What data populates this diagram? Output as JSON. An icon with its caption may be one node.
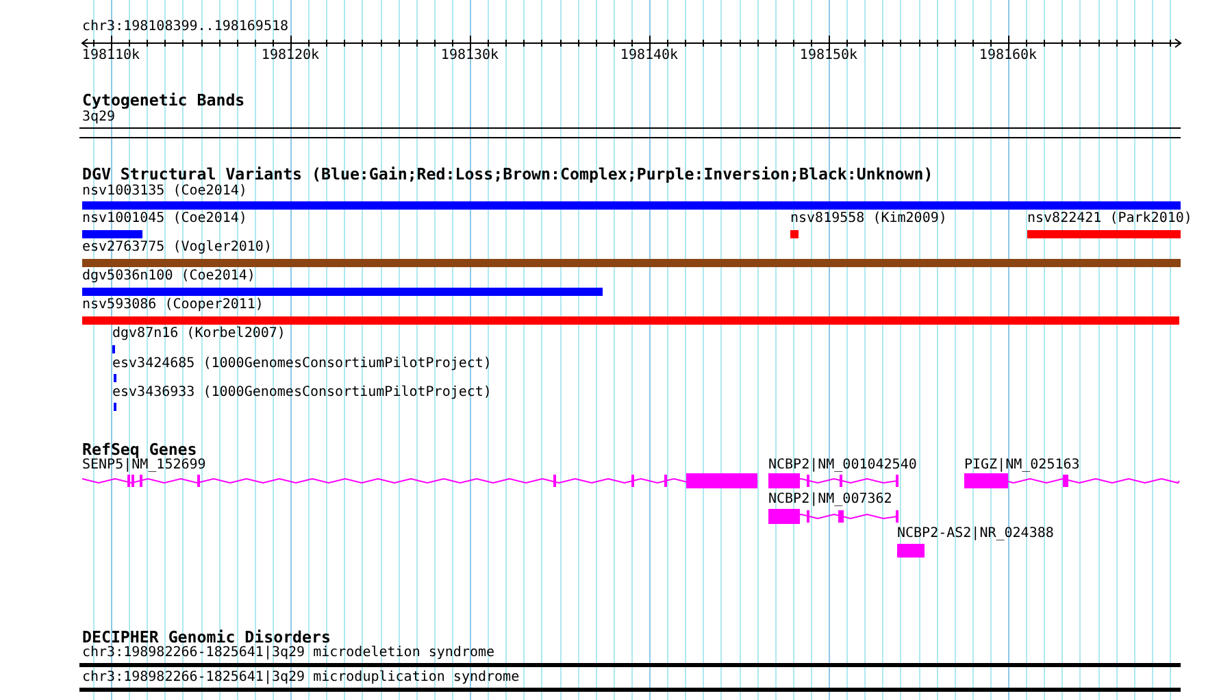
{
  "diagram": {
    "labels": [
      "chr3:198108399..198169518",
      "198110k",
      "198120k",
      "198130k",
      "198140k",
      "198150k",
      "198160k",
      "Cytogenetic Bands",
      "3q29",
      "DGV Structural Variants (Blue:Gain;Red:Loss;Brown:Complex;Purple:Inversion;Black:Unknown)",
      "nsv1003135 (Coe2014)",
      "nsv1001045 (Coe2014)",
      "nsv819558 (Kim2009)",
      "nsv822421 (Park2010)",
      "esv2763775 (Vogler2010)",
      "dgv5036n100 (Coe2014)",
      "nsv593086 (Cooper2011)",
      "dgv87n16 (Korbel2007)",
      "esv3424685 (1000GenomesConsortiumPilotProject)",
      "esv3436933 (1000GenomesConsortiumPilotProject)",
      "RefSeq Genes",
      "SENP5|NM_152699",
      "NCBP2|NM_001042540",
      "PIGZ|NM_025163",
      "NCBP2|NM_007362",
      "NCBP2-AS2|NR_024388",
      "DECIPHER Genomic Disorders",
      "chr3:198982266-1825641|3q29 microdeletion syndrome",
      "chr3:198982266-1825641|3q29 microduplication syndrome"
    ]
  }
}
